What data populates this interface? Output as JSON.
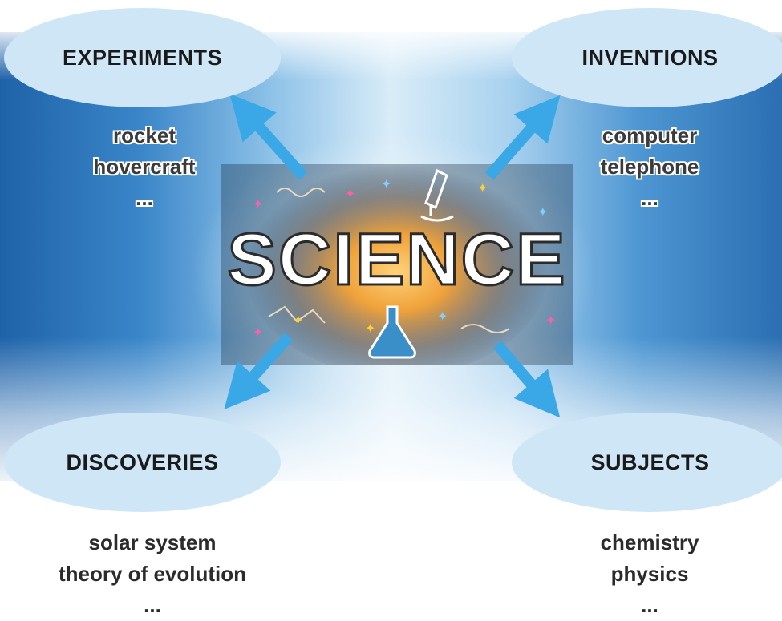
{
  "nodes": {
    "experiments": {
      "title": "EXPERIMENTS",
      "items": [
        "rocket",
        "hovercraft",
        "..."
      ]
    },
    "inventions": {
      "title": "INVENTIONS",
      "items": [
        "computer",
        "telephone",
        "..."
      ]
    },
    "discoveries": {
      "title": "DISCOVERIES",
      "items": [
        "solar system",
        "theory of evolution",
        "..."
      ]
    },
    "subjects": {
      "title": "SUBJECTS",
      "items": [
        "chemistry",
        "physics",
        "..."
      ]
    }
  },
  "center": {
    "word": "SCIENCE"
  },
  "colors": {
    "ellipse_fill": "#cfe6f7",
    "arrow": "#3aa7e6",
    "glow": "#f0a23a"
  }
}
